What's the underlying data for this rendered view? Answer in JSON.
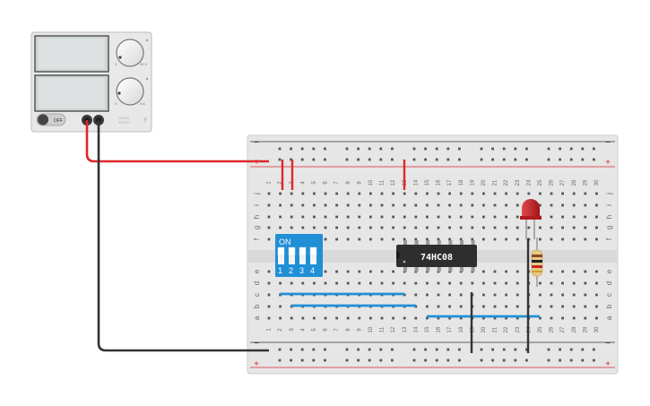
{
  "power_supply": {
    "switch_label": "OFF",
    "brand_line1": "DIGITAL",
    "brand_line2": "SUPPLY",
    "knob_voltage": {
      "min": "0",
      "max": "30 V",
      "icon": "voltage-knob-icon"
    },
    "knob_current": {
      "min": "0",
      "max": "5 A",
      "icon": "current-knob-icon"
    }
  },
  "breadboard": {
    "rail_plus": "+",
    "rail_minus": "−",
    "row_letters_top": [
      "j",
      "i",
      "h",
      "g",
      "f"
    ],
    "row_letters_bottom": [
      "e",
      "d",
      "c",
      "b",
      "a"
    ],
    "columns": [
      "1",
      "2",
      "3",
      "4",
      "5",
      "6",
      "7",
      "8",
      "9",
      "10",
      "11",
      "12",
      "13",
      "14",
      "15",
      "16",
      "17",
      "18",
      "19",
      "20",
      "21",
      "22",
      "23",
      "24",
      "25",
      "26",
      "27",
      "28",
      "29",
      "30"
    ]
  },
  "dip_switch": {
    "on_label": "ON",
    "switch_numbers": [
      "1",
      "2",
      "3",
      "4"
    ],
    "states": [
      true,
      true,
      true,
      true
    ]
  },
  "ic_chip": {
    "label": "74HC08"
  },
  "colors": {
    "wire_red": "#e0262b",
    "wire_black": "#333333",
    "wire_blue": "#1f8fd6",
    "dip_blue": "#1f8fd6",
    "led_red": "#c82127",
    "rail_red": "#d9272e"
  },
  "icons": [
    "power-switch-icon",
    "led-icon",
    "resistor-icon",
    "binding-post-icon"
  ]
}
